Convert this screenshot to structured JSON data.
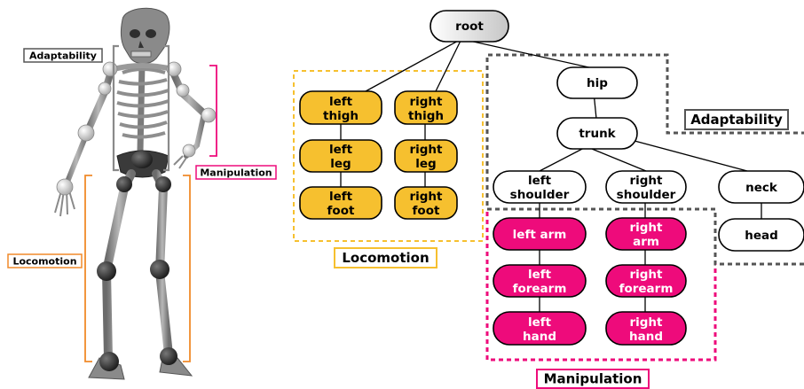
{
  "colors": {
    "locomotion": "#f6c02f",
    "manipulation": "#ee0b7b",
    "adaptability": "#555555",
    "node_white": "#ffffff",
    "root_gradient_dark": "#c6c6c6"
  },
  "skeleton": {
    "tags": {
      "adaptability": "Adaptability",
      "manipulation": "Manipulation",
      "locomotion": "Locomotion"
    }
  },
  "tree": {
    "root": "root",
    "hip": "hip",
    "trunk": "trunk",
    "left_shoulder": [
      "left",
      "shoulder"
    ],
    "right_shoulder": [
      "right",
      "shoulder"
    ],
    "neck": "neck",
    "head": "head",
    "left_thigh": [
      "left",
      "thigh"
    ],
    "left_leg": [
      "left",
      "leg"
    ],
    "left_foot": [
      "left",
      "foot"
    ],
    "right_thigh": [
      "right",
      "thigh"
    ],
    "right_leg": [
      "right",
      "leg"
    ],
    "right_foot": [
      "right",
      "foot"
    ],
    "left_arm": "left arm",
    "left_forearm": [
      "left",
      "forearm"
    ],
    "left_hand": [
      "left",
      "hand"
    ],
    "right_arm": [
      "right",
      "arm"
    ],
    "right_forearm": [
      "right",
      "forearm"
    ],
    "right_hand": [
      "right",
      "hand"
    ]
  },
  "groups": {
    "locomotion": "Locomotion",
    "manipulation": "Manipulation",
    "adaptability": "Adaptability"
  }
}
